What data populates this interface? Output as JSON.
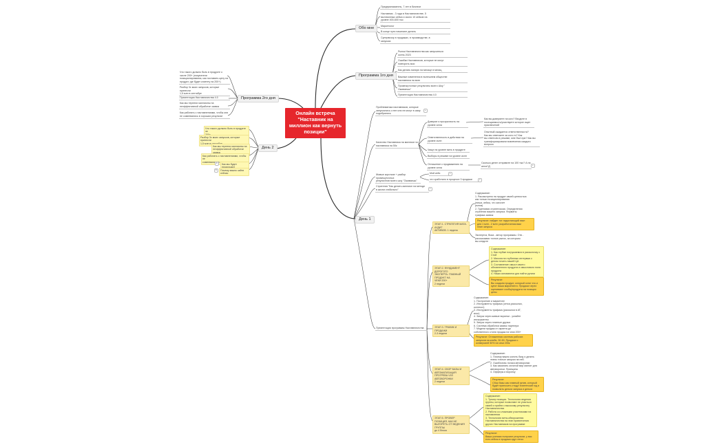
{
  "central": "Онлайн встреча\n\"Наставник на\nмиллион как вернуть\nпозиции\"",
  "about": {
    "title": "Обо мне",
    "items": [
      "Предприниматель, 7 лет в бизнесе",
      "Наставник - 3 года в Наставничестве, 5\nмиллионных кейса и около 10 кейсов на\nуровне 400-600 тыс",
      "Маркетолог",
      "В конце пути начинают делать",
      "Супервизор в продажах, в производстве, в\nзапусках"
    ]
  },
  "program1": {
    "title": "Программа 1го дня",
    "items": [
      "Рынок Наставничества как запускаться\nосень 2023",
      "Ошибки Наставников, которые не могут\nповторить мои",
      "Как делать мягкую на месяце в месяц",
      "Важные изменения в нынешнем обществе\nнаставника на мою",
      "Промежуточные результаты моего Шоу \"\nОживаешь\"",
      "Презентация Наставничества 4.0"
    ]
  },
  "program2": {
    "title": "Программа 2го дня",
    "items": [
      "Что такого должно быть в продукте о\nчисле 200+ (покупатели\nпозиционирования, как поставить цену на\nпродукт, где будет клиенту на 200+)",
      "Разбор 3х моих запусков, которые принесли\n1,5 млн в сентябре",
      "Презентация Наставничества 4.0",
      "Как мы терпели миллионы на\nнеэффективной обработке заявок",
      "Как работать с наставлениями, чтобы они\nне сомневались в хороших результат"
    ]
  },
  "day2": {
    "title": "День 2",
    "items": [
      "Что такого должно быть в продукте за\n200к",
      "Разбор 3х моих запусков, которые принесли\n1,5 млн в сентябре",
      "Как мы терпели миллионы на\nнеэффективной обработке заявок",
      "Как работать с наставлениями, чтобы не\nсомневались в хороших результат",
      "Как мы будет происходит",
      "Почему важно зайти сейчас"
    ]
  },
  "day1": {
    "title": "День 1",
    "problem": "Проблематика наставников, которые\nзапускались с нее или не могут в саму\nподобрались",
    "quality": "Качество Наставника на миллион vs\nнаставника на 50к",
    "trust": "Доверие и прозрачность на уровне алла",
    "trust_note": "Как вы доверяете на кого? Входите в\nпосещаемость/участвуете которое ищет\nприключений",
    "resp": "Ответственность в действии на уровне ачлн",
    "resp_note": "Опытный ожидается ответственности?\nКак мы отвечаете за кого-то? Как\nвы ответили в режиме, мне был при? Как вы\nтрансформировали вовлечения каждого\nвопроса",
    "q1": "Чище на уровне мать в продукте",
    "q2": "Выборы в режиме на уровне ачлн",
    "q3": "Отношение к продвижению на уровне алла",
    "q3_note": "Сколько денег отправите на 100 тыс? А на\nалла?Д",
    "reviews": "Живые короткие + разбор промежуточных\nрезультатов моего шоу \"Оживаешь\"",
    "rev1": "Мой кейс",
    "rev2": "что сработало в процессе 3 продажи",
    "strategy": "Стратегия \"Как делать миллион на методе\nв жизни стабильно\"",
    "presentation": "Презентация программы Наставничества",
    "stages": [
      {
        "title": "ЭТАП 1. СТРАТЕГИЯ МАТА. АУДИТ\nАКТИВОВ. 1 неделя",
        "content": "Содержание:\n1. Рассмотрено на продукт своей ценностью\nкак только позиционирования\n(ниша, кейсы, что захочет\nрынок)\n2. Групповая стратегиская. Определения\nстратегии вашего запуска. Форматы\nтрафика заявок",
        "result": "Результат: найден тот надостающий пазл\nдля 1 млн - 2 млн: разработанная вам\nплан запуска",
        "note": "Экспертиз, Виза - автор программы. Отв -\nрассказывая точное рынок, за которым\nвы следите"
      },
      {
        "title": "ЭТАП 2. ФУНДАМЕНТ ДОРОГОГО\nЭКСПЕРТА. ГЛАВНЫЙ ПРОДУКТ НА\nЧЕКИ 200+\n2 недели",
        "content": "Содержание:\n1. Как глубже погружаемся в рассылочку с\nСтой\n2. Миссия на глубинных интервью с\nделом точить нашей ЦА\n3. Составление смысл своего\nобновленного продукта и смыслового поля\nпродукта\n4. Наши основаются для найти ругани",
        "result": "Результат:\nВы создали продукт, который хотят его и\nкупят ваша маркетинги. Продажи через\nоценивают сообщ/продукта на позиции\nцены"
      },
      {
        "title": "ЭТАП 3. ТРАФИК И ПРОДАЖИ\n2-3 недели",
        "content": "Содержание:\n1. Построение и маркетинг\n2. Инструменты трафика (сетки,рассылки,\nконтекст)\n3. Инструменты трафика (рассылки в АТ,\nвлог)\n4. Запуск через живые воронки - узнайте\nинструменты\n5. Запуск через платные друзья\n6. Система обработки заявок партнера\n7. Модели продаж от скрипта до\nсобственного стиля продаж на чеки 200+",
        "result": "Результат: Отлаженная система рабочих\nзапусков на клиби, 30-50. Продажи с\nконверсией 50% на чеки 200к"
      },
      {
        "title": "ЭТАП 4. СБОР БАЗЫ И АВТОМАТИЗАЦИЯ\nПРОГРЕВА ЧЗЗ АВТОВОРОНКИ\n2 недели",
        "content": "Содержание:\n1. Почему важно копить базу и делать\nэтапы точные запуски на ней.\n2. Ошибочная логика автоворонки\n3. Как заманить оплатой мир магнит для\nавтоворонки. Принципы\n4. Офферы и воронку",
        "result": "Результат:\nСбор базы как главный актив, который\nбудет приносить стоду! Клиентский год и\nпозволить деньги запуска и деньги"
      },
      {
        "title": "ЭТАП 5. ПРОВЕР ПОЗИЦИЯ, КАК НЕ\nВЫГОРЕТЬ ОТ ВЕДЕНИЯ ГРУППЫ\nдо 4 блока",
        "content": "Содержание:\n1. Трекер позиции. Технология ведения\nгруппы, которые позволяют не упасться\nсваей и прийти к высокому результату\nНаставничества\n2. Работа со сложными участниками на\nнаставлении\n3. Технология мета-обворожения\nНаставничества на этап привлечения\nдругих Наставников на программе",
        "result": "Результат:\nВаши ученики получают результат, у вас\nесть кейсы и продажи идут легко"
      }
    ]
  }
}
